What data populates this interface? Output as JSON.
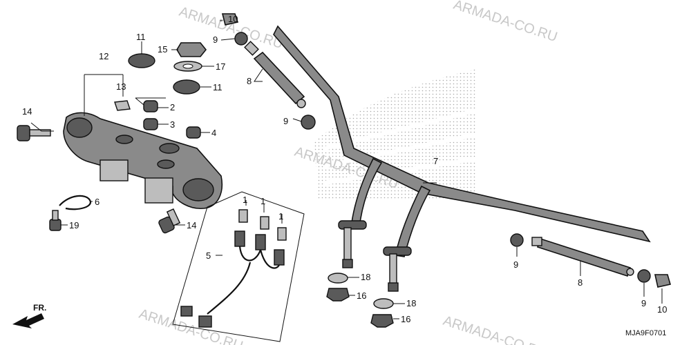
{
  "diagram": {
    "code": "MJA9F0701",
    "front_label": "FR.",
    "watermark": "ARMADA-CO.RU",
    "callouts": {
      "c1a": "1",
      "c1b": "1",
      "c1c": "1",
      "c2": "2",
      "c3": "3",
      "c4": "4",
      "c5": "5",
      "c6": "6",
      "c7": "7",
      "c8a": "8",
      "c8b": "8",
      "c9a": "9",
      "c9b": "9",
      "c9c": "9",
      "c9d": "9",
      "c10a": "10",
      "c10b": "10",
      "c11a": "11",
      "c11b": "11",
      "c12": "12",
      "c13": "13",
      "c14a": "14",
      "c14b": "14",
      "c15": "15",
      "c16a": "16",
      "c16b": "16",
      "c17": "17",
      "c18a": "18",
      "c18b": "18",
      "c19": "19"
    }
  }
}
